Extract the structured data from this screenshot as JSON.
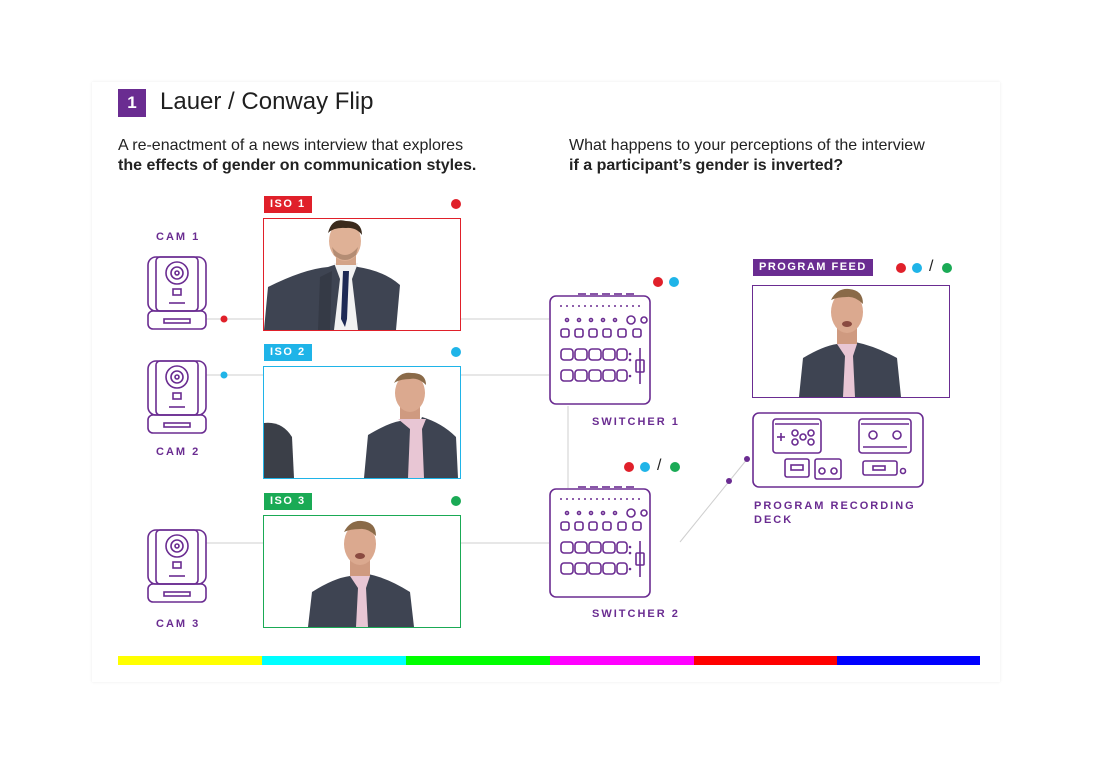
{
  "header": {
    "number": "1",
    "title": "Lauer / Conway Flip",
    "left_text": "A re-enactment of a news interview that explores",
    "left_bold": "the effects of gender on communication styles.",
    "right_text": "What happens to your perceptions of the interview",
    "right_bold": "if a participant’s gender is inverted?"
  },
  "cameras": [
    {
      "label": "CAM 1"
    },
    {
      "label": "CAM 2"
    },
    {
      "label": "CAM 3"
    }
  ],
  "iso_feeds": [
    {
      "label": "ISO 1",
      "color": "#e0202a"
    },
    {
      "label": "ISO 2",
      "color": "#1fb4e8"
    },
    {
      "label": "ISO 3",
      "color": "#1aaa55"
    }
  ],
  "switchers": [
    {
      "label": "SWITCHER 1"
    },
    {
      "label": "SWITCHER 2"
    }
  ],
  "program_feed": {
    "label": "PROGRAM FEED",
    "separator": "/"
  },
  "recording_deck": {
    "line1": "PROGRAM RECORDING",
    "line2": "DECK"
  },
  "colors": {
    "purple": "#6a2c91",
    "red": "#e0202a",
    "cyan": "#1fb4e8",
    "green": "#1aaa55"
  },
  "color_bar": [
    "#ffff00",
    "#00ffff",
    "#00ff00",
    "#ff00ff",
    "#ff0000",
    "#0000ff"
  ]
}
